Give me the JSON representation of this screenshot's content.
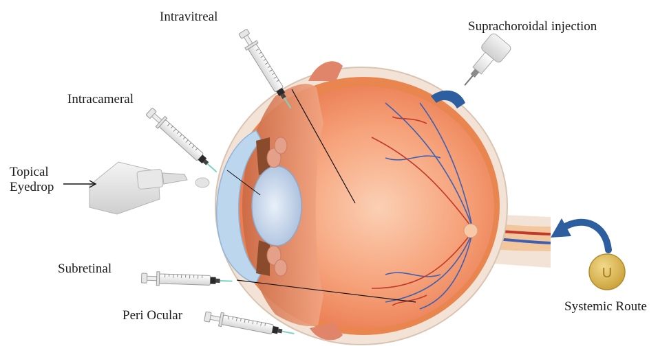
{
  "labels": {
    "intravitreal": "Intravitreal",
    "suprachoroidal": "Suprachoroidal injection",
    "intracameral": "Intracameral",
    "topical_line1": "Topical",
    "topical_line2": "Eyedrop",
    "subretinal": "Subretinal",
    "perocular": "Peri Ocular",
    "systemic": "Systemic Route"
  },
  "pill_letter": "U",
  "colors": {
    "sclera": "#f3e3d6",
    "retina": "#f08a5d",
    "vitreous": "#f6a27a",
    "vessel_blue": "#3e5fb0",
    "vessel_red": "#c0392b",
    "cornea": "#bcd6ee",
    "lens": "#c9d7ea",
    "iris": "#8a4a2c",
    "arrow_blue": "#2d5fa0",
    "pill": "#d9b84d"
  }
}
